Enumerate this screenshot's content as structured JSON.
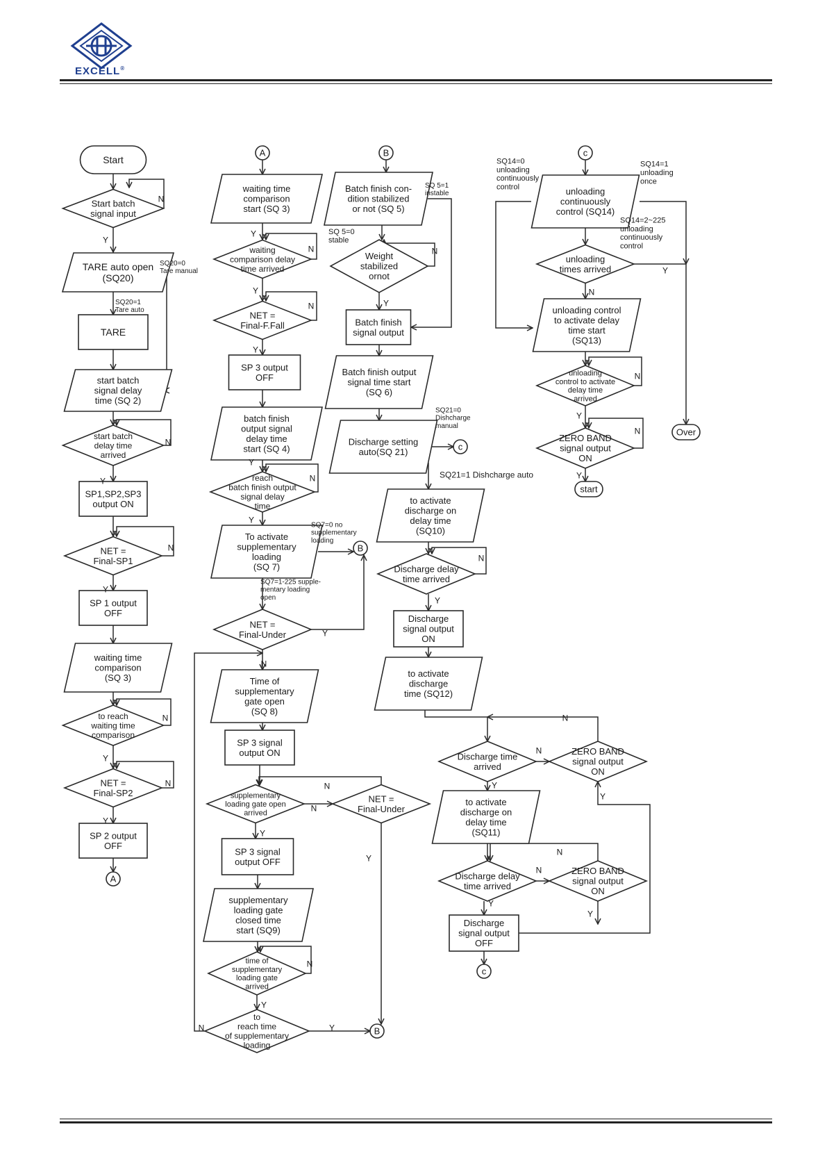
{
  "header": {
    "logo_text": "EXCELL",
    "registered": "®"
  },
  "diagram": {
    "nodes": [
      {
        "id": "start",
        "text": [
          "Start"
        ]
      },
      {
        "id": "start_batch_input",
        "text": [
          "Start batch",
          "signal input"
        ]
      },
      {
        "id": "tare_auto_open",
        "text": [
          "TARE auto open",
          "(SQ20)"
        ]
      },
      {
        "id": "tare",
        "text": [
          "TARE"
        ]
      },
      {
        "id": "batch_delay_sq2",
        "text": [
          "start batch",
          "signal delay",
          "time (SQ 2)"
        ]
      },
      {
        "id": "batch_delay_arrived",
        "text": [
          "start batch",
          "delay time",
          "arrived"
        ]
      },
      {
        "id": "sp123_on",
        "text": [
          "SP1,SP2,SP3",
          "output ON"
        ]
      },
      {
        "id": "net_final_sp1",
        "text": [
          "NET =",
          "Final-SP1"
        ]
      },
      {
        "id": "sp1_off",
        "text": [
          "SP 1 output",
          "OFF"
        ]
      },
      {
        "id": "wait_cmp_sq3_left",
        "text": [
          "waiting time",
          "comparison",
          "(SQ 3)"
        ]
      },
      {
        "id": "reach_wait_cmp",
        "text": [
          "to reach",
          "waiting time",
          "comparison"
        ]
      },
      {
        "id": "net_final_sp2",
        "text": [
          "NET =",
          "Final-SP2"
        ]
      },
      {
        "id": "sp2_off",
        "text": [
          "SP 2 output",
          "OFF"
        ]
      },
      {
        "id": "connA_left",
        "text": [
          "A"
        ]
      },
      {
        "id": "connA_top",
        "text": [
          "A"
        ]
      },
      {
        "id": "wait_cmp_start_sq3",
        "text": [
          "waiting time",
          "comparison",
          "start (SQ 3)"
        ]
      },
      {
        "id": "wait_cmp_delay_arrived",
        "text": [
          "waiting",
          "comparison delay",
          "time arrived"
        ]
      },
      {
        "id": "net_final_ffall",
        "text": [
          "NET =",
          "Final-F.Fall"
        ]
      },
      {
        "id": "sp3_off",
        "text": [
          "SP 3 output",
          "OFF"
        ]
      },
      {
        "id": "batch_finish_delay_sq4",
        "text": [
          "batch finish",
          "output signal",
          "delay time",
          "start (SQ 4)"
        ]
      },
      {
        "id": "reach_batch_finish_delay",
        "text": [
          "reach",
          "batch finish output",
          "signal delay",
          "time"
        ]
      },
      {
        "id": "activate_supp_sq7",
        "text": [
          "To activate",
          "supplementary",
          "loading",
          "(SQ 7)"
        ]
      },
      {
        "id": "net_final_under_1",
        "text": [
          "NET =",
          "Final-Under"
        ]
      },
      {
        "id": "time_supp_gate_sq8",
        "text": [
          "Time of",
          "supplementary",
          "gate open",
          "(SQ 8)"
        ]
      },
      {
        "id": "sp3_signal_on",
        "text": [
          "SP 3 signal",
          "output ON"
        ]
      },
      {
        "id": "supp_gate_open_arrived",
        "text": [
          "supplementary",
          "loading gate open",
          "arrived"
        ]
      },
      {
        "id": "net_final_under_2",
        "text": [
          "NET =",
          "Final-Under"
        ]
      },
      {
        "id": "sp3_signal_off",
        "text": [
          "SP 3 signal",
          "output OFF"
        ]
      },
      {
        "id": "supp_gate_closed_sq9",
        "text": [
          "supplementary",
          "loading gate",
          "closed time",
          "start (SQ9)"
        ]
      },
      {
        "id": "time_supp_gate_arrived",
        "text": [
          "time of",
          "supplementary",
          "loading gate",
          "arrived"
        ]
      },
      {
        "id": "reach_time_supp",
        "text": [
          "to",
          "reach time",
          "of supplementary",
          "loading"
        ]
      },
      {
        "id": "connB_bottom",
        "text": [
          "B"
        ]
      },
      {
        "id": "connB_right",
        "text": [
          "B"
        ]
      },
      {
        "id": "connB_top",
        "text": [
          "B"
        ]
      },
      {
        "id": "batch_finish_stab_sq5",
        "text": [
          "Batch finish con-",
          "dition stabilized",
          "or not (SQ 5)"
        ]
      },
      {
        "id": "weight_stabilized",
        "text": [
          "Weight",
          "stabilized",
          "ornot"
        ]
      },
      {
        "id": "batch_finish_signal_output",
        "text": [
          "Batch finish",
          "signal output"
        ]
      },
      {
        "id": "batch_finish_output_sq6",
        "text": [
          "Batch finish output",
          "signal  time start",
          "(SQ 6)"
        ]
      },
      {
        "id": "discharge_setting_sq21",
        "text": [
          "Discharge setting",
          "auto(SQ 21)"
        ]
      },
      {
        "id": "connC_mid",
        "text": [
          "c"
        ]
      },
      {
        "id": "discharge_on_delay_sq10",
        "text": [
          "to activate",
          "discharge on",
          "delay time",
          "(SQ10)"
        ]
      },
      {
        "id": "discharge_delay_arrived_1",
        "text": [
          "Discharge delay",
          "time arrived"
        ]
      },
      {
        "id": "discharge_signal_on",
        "text": [
          "Discharge",
          "signal output",
          "ON"
        ]
      },
      {
        "id": "discharge_time_sq12",
        "text": [
          "to activate",
          "discharge",
          "time (SQ12)"
        ]
      },
      {
        "id": "discharge_time_arrived",
        "text": [
          "Discharge  time",
          "arrived"
        ]
      },
      {
        "id": "zero_band_1",
        "text": [
          "ZERO BAND",
          "signal output",
          "ON"
        ]
      },
      {
        "id": "discharge_on_delay_sq11",
        "text": [
          "to activate",
          "discharge on",
          "delay time",
          "(SQ11)"
        ]
      },
      {
        "id": "discharge_delay_arrived_2",
        "text": [
          "Discharge delay",
          "time arrived"
        ]
      },
      {
        "id": "zero_band_2",
        "text": [
          "ZERO BAND",
          "signal output",
          "ON"
        ]
      },
      {
        "id": "discharge_signal_off",
        "text": [
          "Discharge",
          "signal output",
          "OFF"
        ]
      },
      {
        "id": "connC_bottom",
        "text": [
          "c"
        ]
      },
      {
        "id": "connC_top",
        "text": [
          "c"
        ]
      },
      {
        "id": "unloading_ctrl_sq14",
        "text": [
          "unloading",
          "continuously",
          "control (SQ14)"
        ]
      },
      {
        "id": "unloading_times_arrived",
        "text": [
          "unloading",
          "times arrived"
        ]
      },
      {
        "id": "unloading_ctrl_delay_sq13",
        "text": [
          "unloading control",
          "to activate delay",
          "time start",
          "(SQ13)"
        ]
      },
      {
        "id": "unloading_ctrl_delay_arrived",
        "text": [
          "unloading",
          "control to activate",
          "delay time",
          "arrived"
        ]
      },
      {
        "id": "zero_band_3",
        "text": [
          "ZERO BAND",
          "signal output",
          "ON"
        ]
      },
      {
        "id": "start_end",
        "text": [
          "start"
        ]
      },
      {
        "id": "over",
        "text": [
          "Over"
        ]
      }
    ],
    "labels": [
      {
        "id": "lbl_start_batch_n",
        "text": [
          "N"
        ]
      },
      {
        "id": "lbl_start_batch_y",
        "text": [
          "Y"
        ]
      },
      {
        "id": "lbl_sq20_0",
        "text": [
          "SQ20=0",
          "Tare manual"
        ]
      },
      {
        "id": "lbl_sq20_1",
        "text": [
          "SQ20=1",
          "Tare auto"
        ]
      },
      {
        "id": "lbl_bd_n",
        "text": [
          "N"
        ]
      },
      {
        "id": "lbl_bd_y",
        "text": [
          "Y"
        ]
      },
      {
        "id": "lbl_sp1_n",
        "text": [
          "N"
        ]
      },
      {
        "id": "lbl_sp1_y",
        "text": [
          "Y"
        ]
      },
      {
        "id": "lbl_rwc_n",
        "text": [
          "N"
        ]
      },
      {
        "id": "lbl_rwc_y",
        "text": [
          "Y"
        ]
      },
      {
        "id": "lbl_sp2_n",
        "text": [
          "N"
        ]
      },
      {
        "id": "lbl_sp2_y",
        "text": [
          "Y"
        ]
      },
      {
        "id": "lbl_wcd_y",
        "text": [
          "Y"
        ]
      },
      {
        "id": "lbl_wcd_n",
        "text": [
          "N"
        ]
      },
      {
        "id": "lbl_ff_y",
        "text": [
          "Y"
        ]
      },
      {
        "id": "lbl_ff_n",
        "text": [
          "N"
        ]
      },
      {
        "id": "lbl_ff_y2",
        "text": [
          "Y"
        ]
      },
      {
        "id": "lbl_rbf_y",
        "text": [
          "Y"
        ]
      },
      {
        "id": "lbl_rbf_n",
        "text": [
          "N"
        ]
      },
      {
        "id": "lbl_rbf_y2",
        "text": [
          "Y"
        ]
      },
      {
        "id": "lbl_sq7_0",
        "text": [
          "SQ7=0 no",
          "supplementary",
          "loading"
        ]
      },
      {
        "id": "lbl_sq7_1",
        "text": [
          "SQ7=1-225 supple-",
          "mentary loading",
          "open"
        ]
      },
      {
        "id": "lbl_nfu1_y",
        "text": [
          "Y"
        ]
      },
      {
        "id": "lbl_nfu1_n",
        "text": [
          "N"
        ]
      },
      {
        "id": "lbl_sgo_n",
        "text": [
          "N"
        ]
      },
      {
        "id": "lbl_sgo_y",
        "text": [
          "Y"
        ]
      },
      {
        "id": "lbl_nfu2_n",
        "text": [
          "N"
        ]
      },
      {
        "id": "lbl_nfu2_y",
        "text": [
          "Y"
        ]
      },
      {
        "id": "lbl_tsg_n",
        "text": [
          "N"
        ]
      },
      {
        "id": "lbl_tsg_y",
        "text": [
          "Y"
        ]
      },
      {
        "id": "lbl_rts_y",
        "text": [
          "Y"
        ]
      },
      {
        "id": "lbl_rts_n",
        "text": [
          "N"
        ]
      },
      {
        "id": "lbl_sq5_1",
        "text": [
          "SQ 5=1",
          "instable"
        ]
      },
      {
        "id": "lbl_sq5_0",
        "text": [
          "SQ 5=0",
          "stable"
        ]
      },
      {
        "id": "lbl_ws_n",
        "text": [
          "N"
        ]
      },
      {
        "id": "lbl_ws_y",
        "text": [
          "Y"
        ]
      },
      {
        "id": "lbl_sq21_0",
        "text": [
          "SQ21=0",
          "Dishcharge",
          "manual"
        ]
      },
      {
        "id": "lbl_sq21_1",
        "text": [
          "SQ21=1 Dishcharge auto"
        ]
      },
      {
        "id": "lbl_dda1_n",
        "text": [
          "N"
        ]
      },
      {
        "id": "lbl_dda1_y",
        "text": [
          "Y"
        ]
      },
      {
        "id": "lbl_dta_n_top",
        "text": [
          "N"
        ]
      },
      {
        "id": "lbl_dta_n",
        "text": [
          "N"
        ]
      },
      {
        "id": "lbl_dta_y",
        "text": [
          "Y"
        ]
      },
      {
        "id": "lbl_zb1_y",
        "text": [
          "Y"
        ]
      },
      {
        "id": "lbl_dda2_n_top",
        "text": [
          "N"
        ]
      },
      {
        "id": "lbl_dda2_n",
        "text": [
          "N"
        ]
      },
      {
        "id": "lbl_dda2_y",
        "text": [
          "Y"
        ]
      },
      {
        "id": "lbl_zb2_y",
        "text": [
          "Y"
        ]
      },
      {
        "id": "lbl_sq14_0",
        "text": [
          "SQ14=0",
          "unloading",
          "continuously",
          "control"
        ]
      },
      {
        "id": "lbl_sq14_1",
        "text": [
          "SQ14=1",
          "unloading",
          "once"
        ]
      },
      {
        "id": "lbl_sq14_2",
        "text": [
          "SQ14=2~225",
          "unloading",
          "continuously",
          "control"
        ]
      },
      {
        "id": "lbl_uta_y",
        "text": [
          "Y"
        ]
      },
      {
        "id": "lbl_uta_n",
        "text": [
          "N"
        ]
      },
      {
        "id": "lbl_ucda_n",
        "text": [
          "N"
        ]
      },
      {
        "id": "lbl_ucda_y",
        "text": [
          "Y"
        ]
      },
      {
        "id": "lbl_zb3_n",
        "text": [
          "N"
        ]
      },
      {
        "id": "lbl_zb3_y",
        "text": [
          "Y"
        ]
      }
    ]
  }
}
